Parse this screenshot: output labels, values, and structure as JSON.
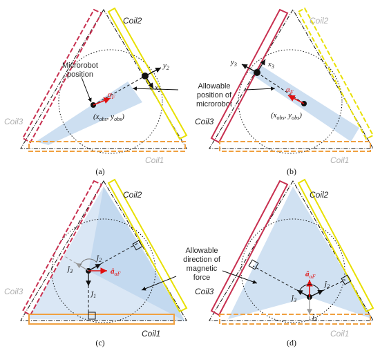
{
  "colors": {
    "coil1": "#f0a040",
    "coil2": "#e8e000",
    "coil3": "#c83050",
    "inactive_label": "#b0b0b0",
    "allowable_fill": "#bcd4ec",
    "force_arrow": "#e01010"
  },
  "coil_labels": {
    "coil1": "Coil1",
    "coil2": "Coil2",
    "coil3": "Coil3"
  },
  "panels": [
    {
      "id": "a",
      "caption": "(a)"
    },
    {
      "id": "b",
      "caption": "(b)"
    },
    {
      "id": "c",
      "caption": "(c)"
    },
    {
      "id": "d",
      "caption": "(d)"
    }
  ],
  "annotations": {
    "microrobot_position": [
      "Microrobot",
      "position"
    ],
    "allowable_position": [
      "Allowable",
      "position of",
      "microrobot"
    ],
    "allowable_direction": [
      "Allowable",
      "direction of",
      "magnetic",
      "force"
    ]
  },
  "math_labels": {
    "obs": "(x",
    "obs_sub_x": "obs",
    "obs_mid": ", y",
    "obs_sub_y": "obs",
    "obs_end": ")",
    "alpha": "α",
    "alpha_sub": "F",
    "x2": "x",
    "x2_sub": "2",
    "y2": "y",
    "y2_sub": "2",
    "x3": "x",
    "x3_sub": "3",
    "y3": "y",
    "y3_sub": "3",
    "j1": "ĵ",
    "j1_sub": "1",
    "j2": "ĵ",
    "j2_sub": "2",
    "j3": "ĵ",
    "j3_sub": "3",
    "ahat": "â",
    "ahat_sub": "αF"
  }
}
